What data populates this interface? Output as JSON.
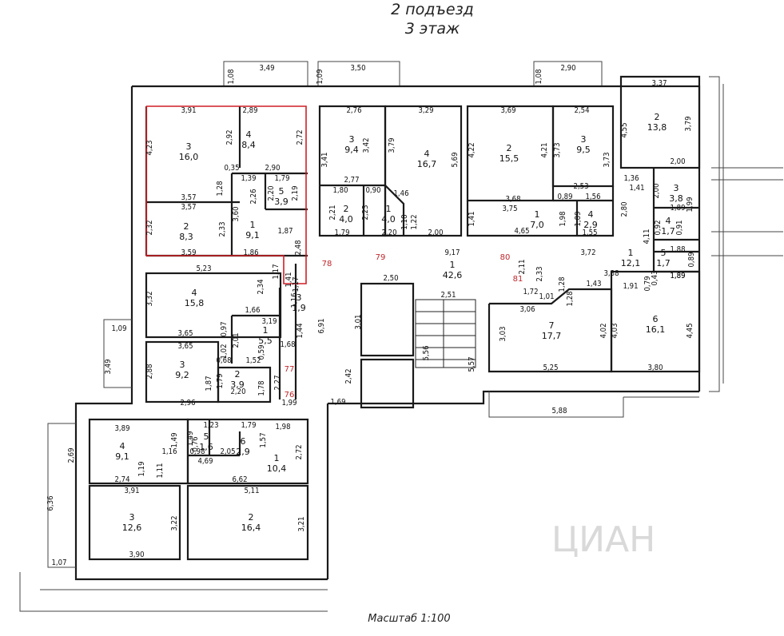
{
  "title": {
    "line1": "2 подъезд",
    "line2": "3 этаж"
  },
  "scale_label": "Масштаб 1:100",
  "watermark": "ЦИАН",
  "colors": {
    "wall": "#1a1a1a",
    "highlight": "#d11f26",
    "marker": "#c0262b"
  },
  "markers": [
    "78",
    "79",
    "80",
    "81",
    "77",
    "76"
  ],
  "rooms": [
    {
      "number": "3",
      "area": "16,0"
    },
    {
      "number": "4",
      "area": "8,4"
    },
    {
      "number": "5",
      "area": "3,9"
    },
    {
      "number": "2",
      "area": "8,3"
    },
    {
      "number": "1",
      "area": "9,1"
    },
    {
      "number": "3",
      "area": "9,4"
    },
    {
      "number": "4",
      "area": "16,7"
    },
    {
      "number": "2",
      "area": "15,5"
    },
    {
      "number": "3",
      "area": "9,5"
    },
    {
      "number": "2",
      "area": "4,0"
    },
    {
      "number": "1",
      "area": "4,0"
    },
    {
      "number": "1",
      "area": "7,0"
    },
    {
      "number": "4",
      "area": "2,9"
    },
    {
      "number": "2",
      "area": "13,8"
    },
    {
      "number": "3",
      "area": "3,8"
    },
    {
      "number": "4",
      "area": "1,7"
    },
    {
      "number": "5",
      "area": "1,7"
    },
    {
      "number": "1",
      "area": "12,1"
    },
    {
      "number": "1",
      "area": "42,6"
    },
    {
      "number": "4",
      "area": "15,8"
    },
    {
      "number": "3",
      "area": "1,9"
    },
    {
      "number": "1",
      "area": "5,5"
    },
    {
      "number": "3",
      "area": "9,2"
    },
    {
      "number": "2",
      "area": "3,9"
    },
    {
      "number": "7",
      "area": "17,7"
    },
    {
      "number": "6",
      "area": "16,1"
    },
    {
      "number": "4",
      "area": "9,1"
    },
    {
      "number": "5",
      "area": "1,6"
    },
    {
      "number": "6",
      "area": "2,9"
    },
    {
      "number": "1",
      "area": "10,4"
    },
    {
      "number": "3",
      "area": "12,6"
    },
    {
      "number": "2",
      "area": "16,4"
    }
  ],
  "dimensions": [
    "3,49",
    "1,08",
    "1,09",
    "3,50",
    "1,08",
    "2,90",
    "3,37",
    "3,91",
    "2,89",
    "2,76",
    "3,29",
    "3,69",
    "2,54",
    "4,23",
    "2,92",
    "2,72",
    "0,35",
    "2,90",
    "1,39",
    "1,79",
    "1,28",
    "2,20",
    "2,26",
    "2,19",
    "3,57",
    "3,57",
    "3,60",
    "2,33",
    "2,32",
    "1,87",
    "3,59",
    "1,86",
    "2,48",
    "3,41",
    "3,42",
    "3,79",
    "2,77",
    "0,90",
    "1,46",
    "1,80",
    "2,21",
    "2,23",
    "1,79",
    "2,20",
    "1,22",
    "1,18",
    "2,00",
    "5,69",
    "4,22",
    "4,21",
    "3,73",
    "3,73",
    "2,53",
    "3,68",
    "0,89",
    "1,56",
    "3,75",
    "1,41",
    "1,98",
    "1,89",
    "1,55",
    "4,65",
    "4,55",
    "3,79",
    "2,00",
    "1,36",
    "1,41",
    "2,00",
    "1,99",
    "1,89",
    "0,92",
    "0,91",
    "2,80",
    "4,11",
    "1,88",
    "0,79",
    "0,89",
    "1,89",
    "3,72",
    "9,17",
    "2,11",
    "2,33",
    "1,72",
    "1,01",
    "1,28",
    "1,28",
    "1,43",
    "3,38",
    "0,43",
    "1,91",
    "1,89",
    "5,23",
    "2,34",
    "1,17",
    "1,41",
    "1,17",
    "1,66",
    "1,16",
    "3,32",
    "3,65",
    "3,19",
    "0,97",
    "2,01",
    "1,44",
    "1,68",
    "6,91",
    "3,01",
    "2,50",
    "2,51",
    "3,65",
    "1,02",
    "0,68",
    "1,52",
    "0,59",
    "2,88",
    "1,87",
    "1,79",
    "1,78",
    "2,20",
    "2,27",
    "2,96",
    "1,99",
    "2,42",
    "1,69",
    "5,56",
    "5,57",
    "3,06",
    "3,03",
    "4,02",
    "4,03",
    "4,45",
    "5,25",
    "3,80",
    "5,88",
    "1,09",
    "3,49",
    "3,89",
    "1,49",
    "1,23",
    "1,49",
    "1,79",
    "1,57",
    "1,98",
    "2,72",
    "0,76",
    "2,05",
    "0,98",
    "1,16",
    "4,69",
    "2,69",
    "1,19",
    "1,11",
    "2,74",
    "6,62",
    "3,91",
    "5,11",
    "6,36",
    "3,22",
    "3,21",
    "3,90",
    "1,07"
  ]
}
